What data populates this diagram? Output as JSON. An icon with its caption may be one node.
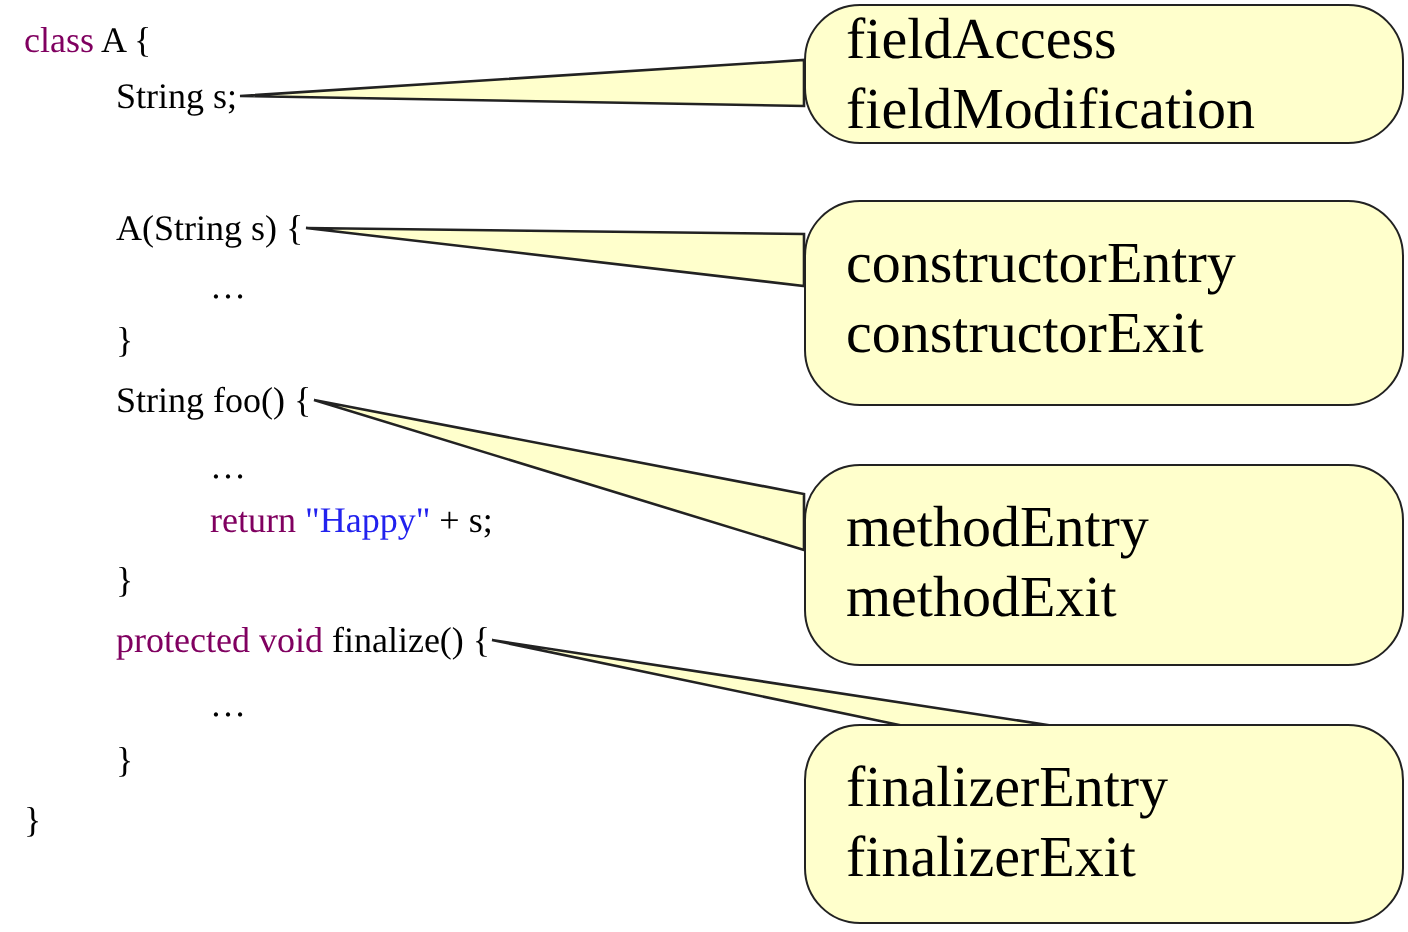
{
  "diagram": {
    "nodes": [
      {
        "text": [
          "String s;"
        ]
      },
      {
        "text": [
          "fieldAccess",
          "fieldModification"
        ]
      },
      {
        "text": [
          "A(String s) {"
        ]
      },
      {
        "text": [
          "constructorEntry",
          "constructorExit"
        ]
      },
      {
        "text": [
          "String foo() {"
        ]
      },
      {
        "text": [
          "methodEntry",
          "methodExit"
        ]
      },
      {
        "text": [
          "protected void finalize() {"
        ]
      },
      {
        "text": [
          "finalizerEntry",
          "finalizerExit"
        ]
      }
    ],
    "edges": [
      {
        "from": 1,
        "to": 0,
        "arrow": "none"
      },
      {
        "from": 3,
        "to": 2,
        "arrow": "none"
      },
      {
        "from": 5,
        "to": 4,
        "arrow": "none"
      },
      {
        "from": 7,
        "to": 6,
        "arrow": "none"
      }
    ],
    "labels": [
      "class A {",
      "…",
      "}",
      "…",
      "return \"Happy\" + s;",
      "}",
      "…",
      "}",
      "}"
    ]
  }
}
